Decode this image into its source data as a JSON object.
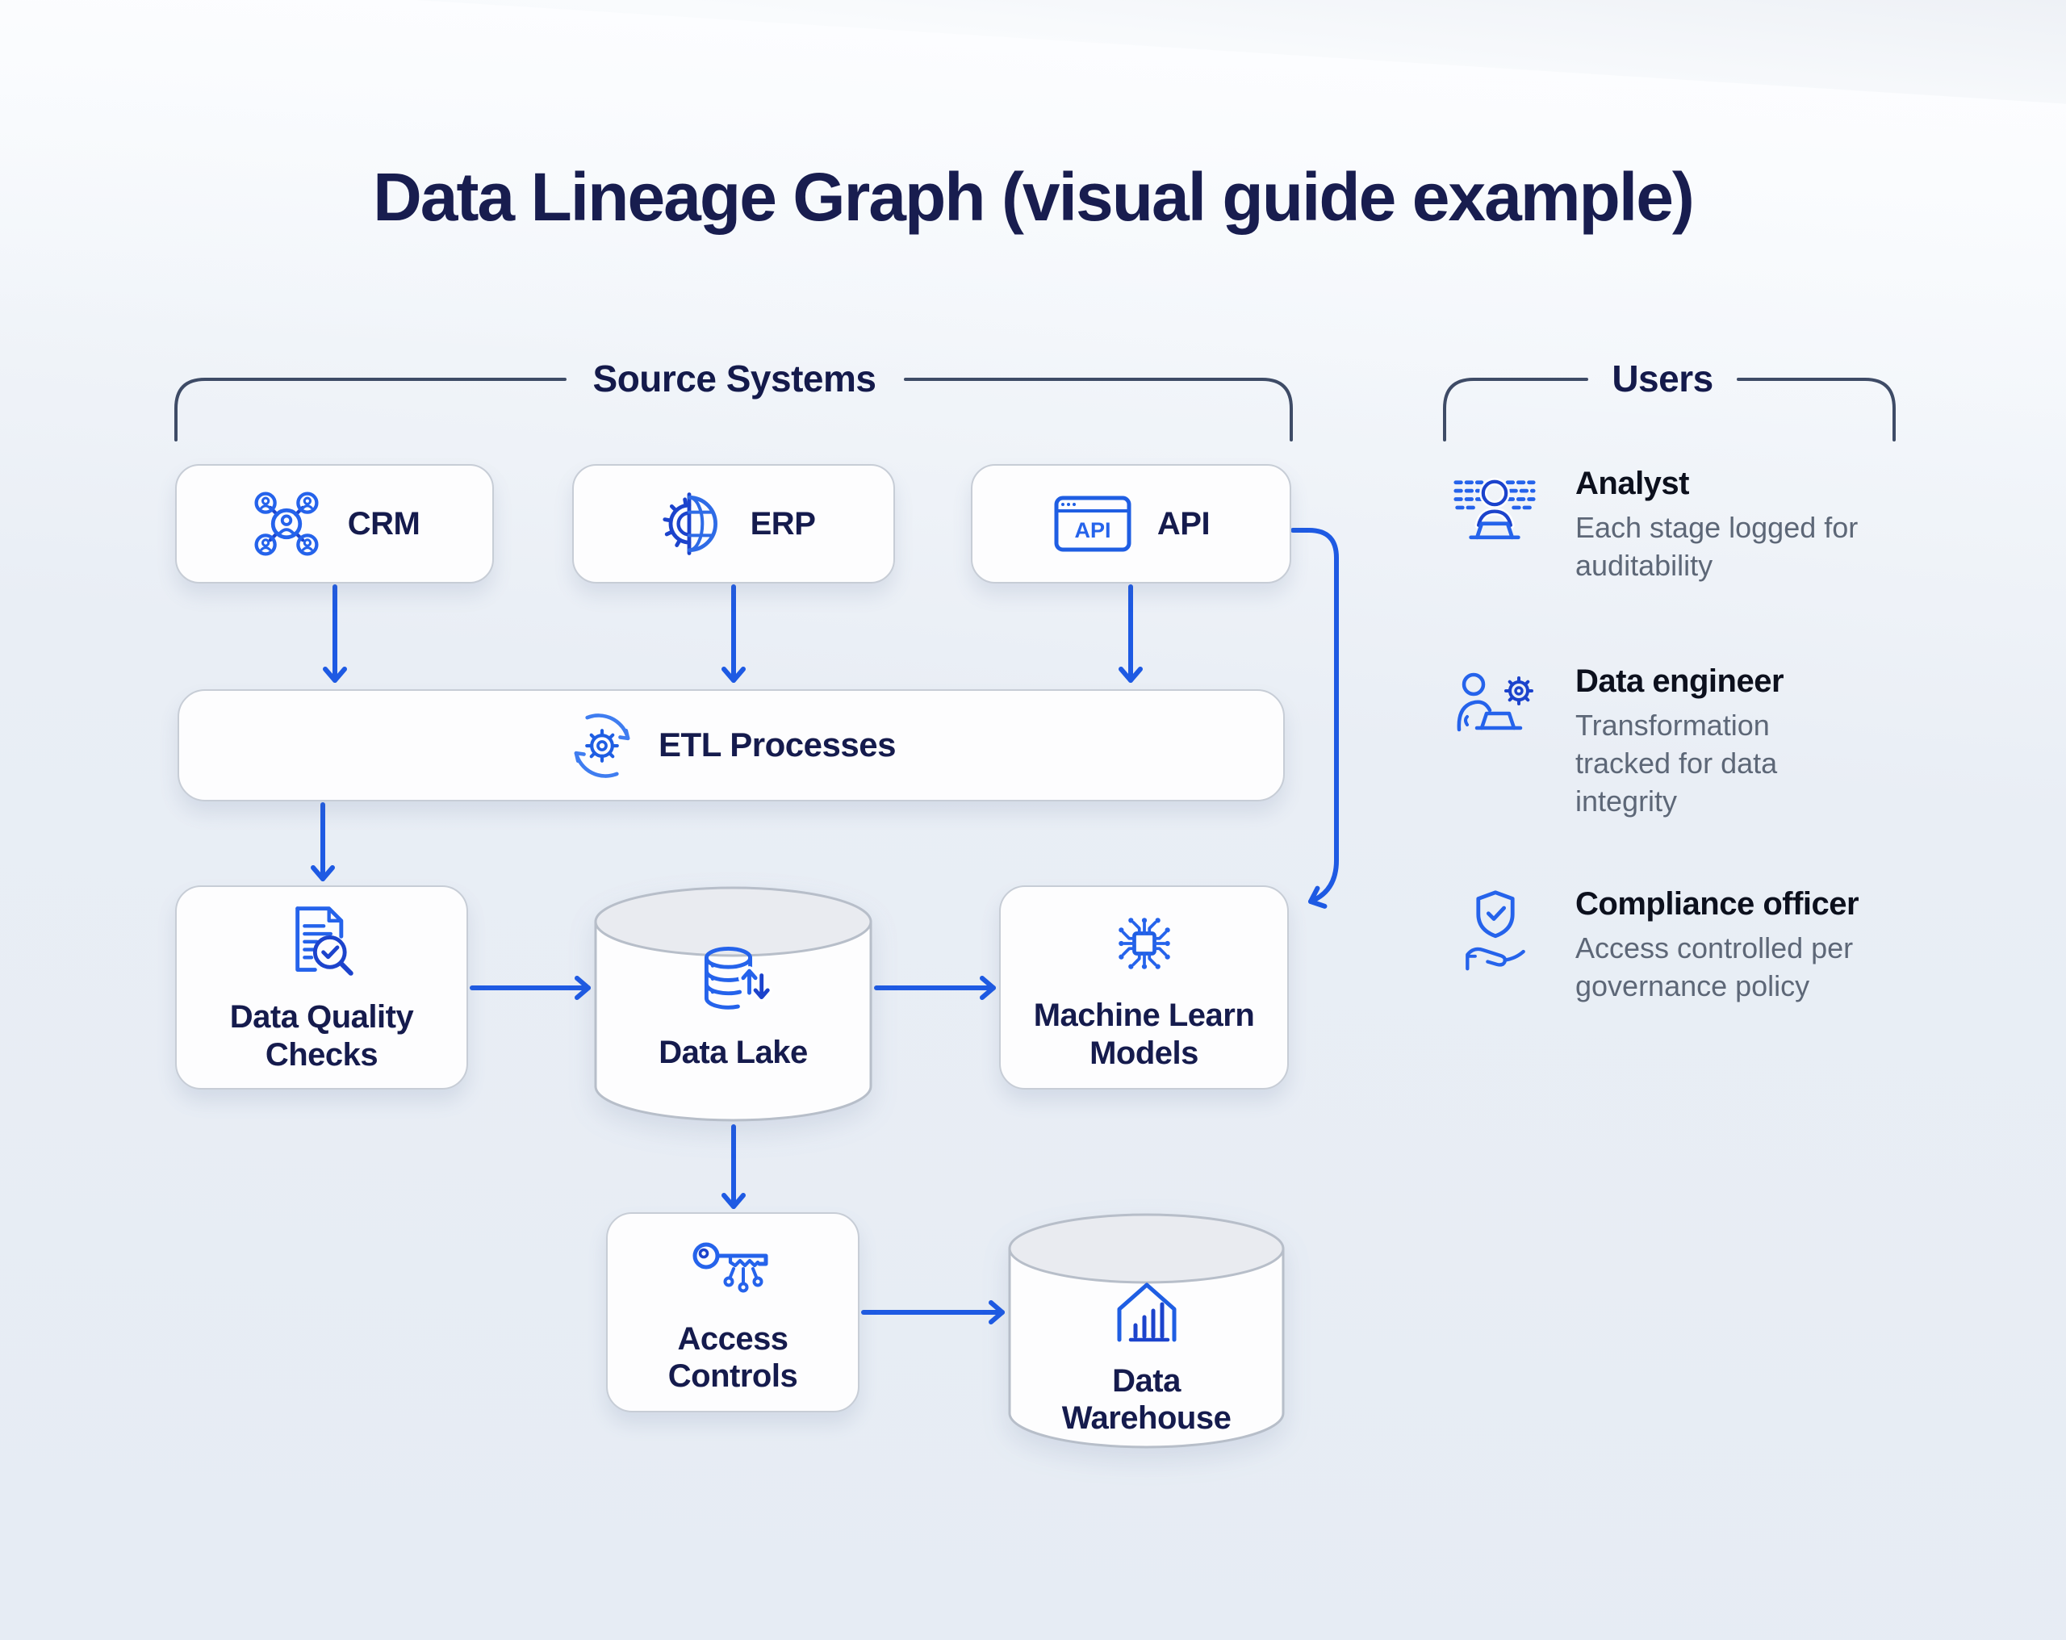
{
  "title": "Data Lineage Graph (visual guide example)",
  "brackets": {
    "source": "Source Systems",
    "users": "Users"
  },
  "nodes": {
    "crm": {
      "label": "CRM"
    },
    "erp": {
      "label": "ERP"
    },
    "api": {
      "label": "API",
      "icon_text": "API"
    },
    "etl": {
      "label": "ETL Processes"
    },
    "data_quality": {
      "label": "Data Quality Checks"
    },
    "data_lake": {
      "label": "Data Lake"
    },
    "ml_models": {
      "label": "Machine Learn Models"
    },
    "access_controls": {
      "label": "Access Controls"
    },
    "data_warehouse": {
      "label": "Data Warehouse"
    }
  },
  "users": [
    {
      "name": "Analyst",
      "description": "Each stage logged for auditability",
      "icon": "person-laptop-data-icon"
    },
    {
      "name": "Data engineer",
      "description": "Transformation tracked for data integrity",
      "icon": "person-gear-laptop-icon"
    },
    {
      "name": "Compliance officer",
      "description": "Access controlled per governance policy",
      "icon": "shield-check-hand-icon"
    }
  ],
  "icons": {
    "crm": "connected-users-icon",
    "erp": "gear-globe-icon",
    "api": "browser-window-icon",
    "etl": "sync-gear-icon",
    "data_quality": "document-check-magnifier-icon",
    "data_lake": "database-transfer-icon",
    "ml_models": "ai-chip-icon",
    "access_controls": "digital-key-icon",
    "data_warehouse": "warehouse-chart-icon"
  },
  "colors": {
    "accent_blue": "#1e5ae3",
    "icon_blue": "#2563eb",
    "icon_dark_blue": "#1c43cc",
    "navy_text": "#151b4d",
    "title_navy": "#181d4f",
    "gray_text": "#5d6777",
    "bracket_stroke": "#3e4b66",
    "card_border": "#c7cdd6",
    "background": "#e9eef5"
  }
}
